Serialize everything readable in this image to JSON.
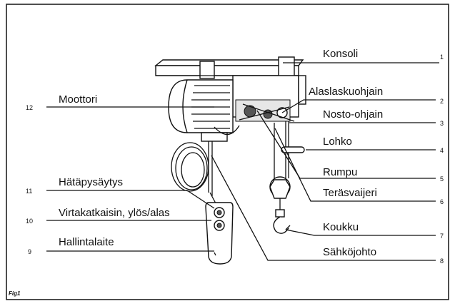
{
  "figure_label": "Fig1",
  "labels": [
    {
      "num": "1",
      "text": "Konsoli"
    },
    {
      "num": "2",
      "text": "Alaslaskuohjain"
    },
    {
      "num": "3",
      "text": "Nosto-ohjain"
    },
    {
      "num": "4",
      "text": "Lohko"
    },
    {
      "num": "5",
      "text": "Rumpu"
    },
    {
      "num": "6",
      "text": "Teräsvaijeri"
    },
    {
      "num": "7",
      "text": "Koukku"
    },
    {
      "num": "8",
      "text": "Sähköjohto"
    },
    {
      "num": "9",
      "text": "Hallintalaite"
    },
    {
      "num": "10",
      "text": "Virtakatkaisin, ylös/alas"
    },
    {
      "num": "11",
      "text": "Hätäpysäytys"
    },
    {
      "num": "12",
      "text": "Moottori"
    }
  ]
}
